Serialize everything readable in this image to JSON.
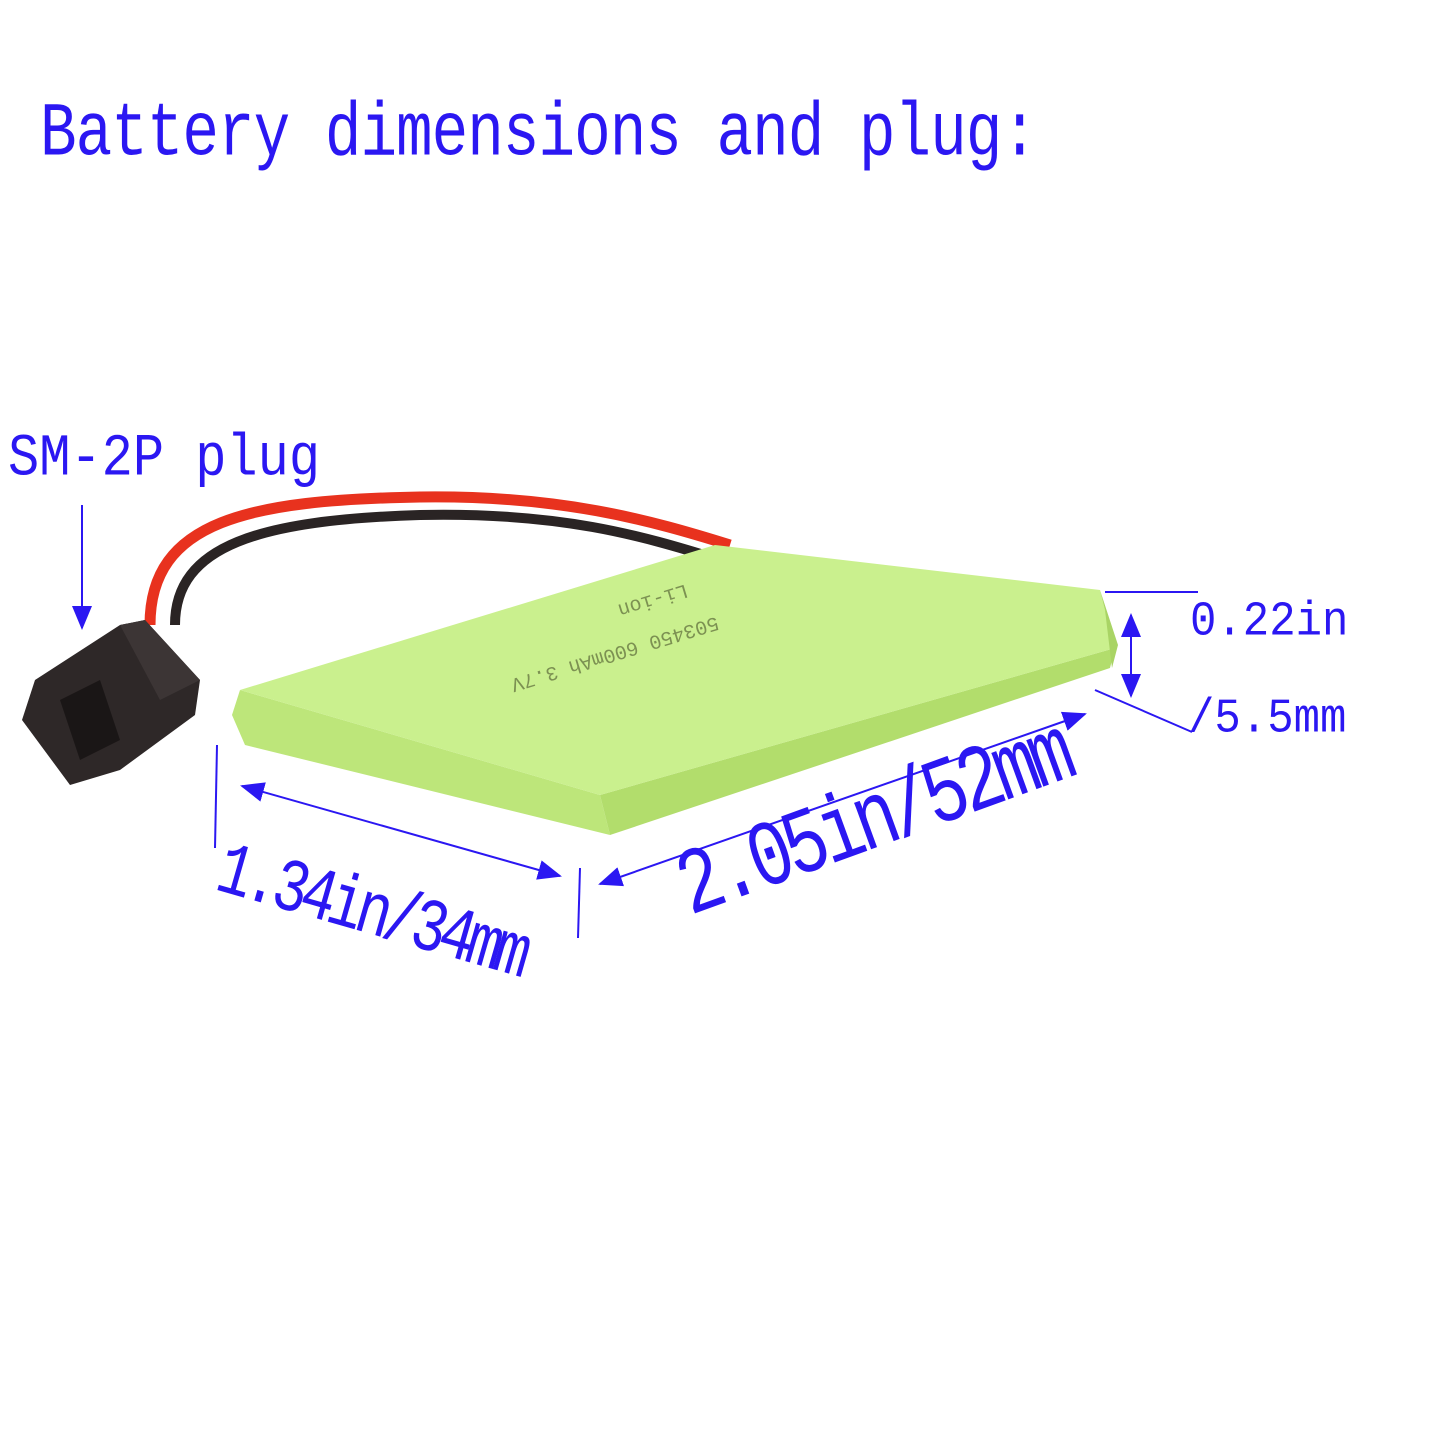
{
  "title": "Battery dimensions and plug:",
  "plug_label": "SM-2P plug",
  "dimensions": {
    "height_in": "0.22in",
    "height_mm": "/5.5mm",
    "width": "1.34in/34mm",
    "length": "2.05in/52mm"
  },
  "battery_print": {
    "line1": "503450 600mAh 3.7V",
    "line2": "Li-ion"
  },
  "colors": {
    "text": "#2b17f2",
    "battery": "#c9ef8d",
    "wire_red": "#e8321e",
    "connector": "#2a2424"
  }
}
